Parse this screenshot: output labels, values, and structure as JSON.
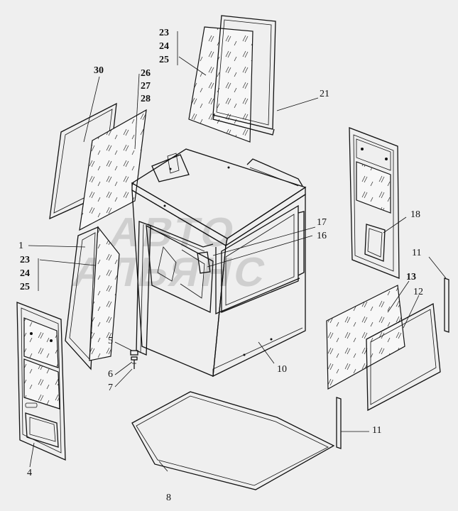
{
  "watermark": {
    "line1": "АВТО",
    "line2": "АЛЬЯНС"
  },
  "callouts": [
    {
      "id": "c23a",
      "text": "23",
      "bold": true
    },
    {
      "id": "c24a",
      "text": "24",
      "bold": true
    },
    {
      "id": "c25a",
      "text": "25",
      "bold": true
    },
    {
      "id": "c30",
      "text": "30",
      "bold": true
    },
    {
      "id": "c26",
      "text": "26",
      "bold": true
    },
    {
      "id": "c27",
      "text": "27",
      "bold": true
    },
    {
      "id": "c28",
      "text": "28",
      "bold": true
    },
    {
      "id": "c21",
      "text": "21",
      "bold": false
    },
    {
      "id": "c18",
      "text": "18",
      "bold": false
    },
    {
      "id": "c17",
      "text": "17",
      "bold": false
    },
    {
      "id": "c16",
      "text": "16",
      "bold": false
    },
    {
      "id": "c1",
      "text": "1",
      "bold": false
    },
    {
      "id": "c23b",
      "text": "23",
      "bold": true
    },
    {
      "id": "c24b",
      "text": "24",
      "bold": true
    },
    {
      "id": "c25b",
      "text": "25",
      "bold": true
    },
    {
      "id": "c11a",
      "text": "11",
      "bold": false
    },
    {
      "id": "c13",
      "text": "13",
      "bold": true
    },
    {
      "id": "c12",
      "text": "12",
      "bold": false
    },
    {
      "id": "c5",
      "text": "5",
      "bold": false
    },
    {
      "id": "c6",
      "text": "6",
      "bold": false
    },
    {
      "id": "c7",
      "text": "7",
      "bold": false
    },
    {
      "id": "c10",
      "text": "10",
      "bold": false
    },
    {
      "id": "c4",
      "text": "4",
      "bold": false
    },
    {
      "id": "c11b",
      "text": "11",
      "bold": false
    },
    {
      "id": "c8",
      "text": "8",
      "bold": false
    }
  ]
}
